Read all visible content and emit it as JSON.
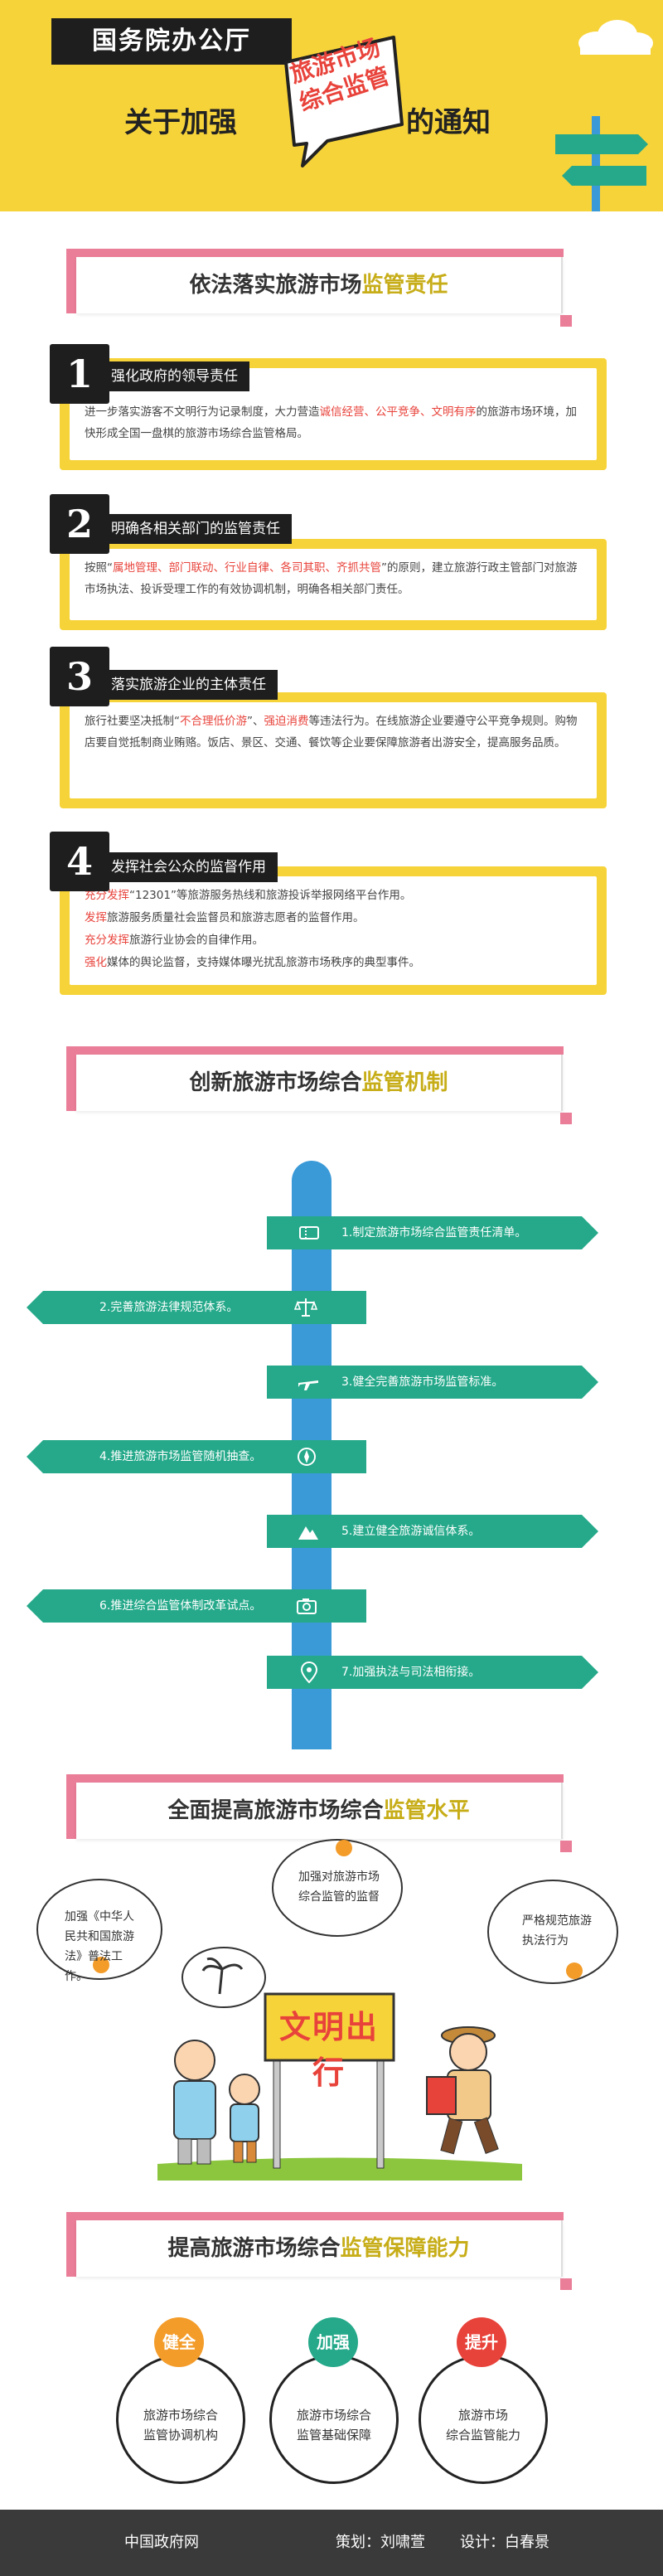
{
  "header": {
    "brand": "国务院办公厅",
    "headline_left": "关于加强",
    "bubble_line1": "旅游市场",
    "bubble_line2": "综合监管",
    "headline_right": "的通知"
  },
  "section1": {
    "title_pre": "依法落实旅游市场",
    "title_hl": "监管责任",
    "items": [
      {
        "num": "1",
        "heading": "强化政府的领导责任",
        "body_parts": [
          "进一步落实游客不文明行为记录制度，大力营造",
          "诚信经营、公平竞争、文明有序",
          "的旅游市场环境，加快形成全国一盘棋的旅游市场综合监管格局。"
        ]
      },
      {
        "num": "2",
        "heading": "明确各相关部门的监管责任",
        "body_parts": [
          "按照“",
          "属地管理、部门联动、行业自律、各司其职、齐抓共管",
          "”的原则，建立旅游行政主管部门对旅游市场执法、投诉受理工作的有效协调机制，明确各相关部门责任。"
        ]
      },
      {
        "num": "3",
        "heading": "落实旅游企业的主体责任",
        "body_parts": [
          "旅行社要坚决抵制“",
          "不合理低价游",
          "”、",
          "强迫消费",
          "等违法行为。在线旅游企业要遵守公平竞争规则。购物店要自觉抵制商业贿赂。饭店、景区、交通、餐饮等企业要保障旅游者出游安全，提高服务品质。"
        ]
      },
      {
        "num": "4",
        "heading": "发挥社会公众的监督作用",
        "lines": [
          {
            "red": "充分发挥",
            "text": "“12301”等旅游服务热线和旅游投诉举报网络平台作用。"
          },
          {
            "red": "发挥",
            "text": "旅游服务质量社会监督员和旅游志愿者的监督作用。"
          },
          {
            "red": "充分发挥",
            "text": "旅游行业协会的自律作用。"
          },
          {
            "red": "强化",
            "text": "媒体的舆论监督，支持媒体曝光扰乱旅游市场秩序的典型事件。"
          }
        ]
      }
    ]
  },
  "section2": {
    "title_pre": "创新旅游市场综合",
    "title_hl": "监管机制",
    "steps": [
      {
        "label": "1.制定旅游市场综合监管责任清单。",
        "icon": "ticket-icon",
        "side": "right"
      },
      {
        "label": "2.完善旅游法律规范体系。",
        "icon": "scales-icon",
        "side": "left"
      },
      {
        "label": "3.健全完善旅游市场监管标准。",
        "icon": "airplane-icon",
        "side": "right"
      },
      {
        "label": "4.推进旅游市场监管随机抽查。",
        "icon": "compass-icon",
        "side": "left"
      },
      {
        "label": "5.建立健全旅游诚信体系。",
        "icon": "mountain-icon",
        "side": "right"
      },
      {
        "label": "6.推进综合监管体制改革试点。",
        "icon": "camera-icon",
        "side": "left"
      },
      {
        "label": "7.加强执法与司法相衔接。",
        "icon": "map-pin-icon",
        "side": "right"
      }
    ]
  },
  "section3": {
    "title_pre": "全面提高旅游市场综合",
    "title_hl": "监管水平",
    "bubbles": [
      {
        "text": "加强《中华人民共和国旅游法》普法工作。"
      },
      {
        "text": "加强对旅游市场综合监管的监督"
      },
      {
        "text": "严格规范旅游执法行为"
      }
    ],
    "sign_text": "文明出行"
  },
  "section4": {
    "title_pre": "提高旅游市场综合",
    "title_hl": "监管保障能力",
    "circles": [
      {
        "badge": "健全",
        "text_line1": "旅游市场综合",
        "text_line2": "监管协调机构",
        "color": "#f39c2a"
      },
      {
        "badge": "加强",
        "text_line1": "旅游市场综合",
        "text_line2": "监管基础保障",
        "color": "#25a98a"
      },
      {
        "badge": "提升",
        "text_line1": "旅游市场",
        "text_line2": "综合监管能力",
        "color": "#e8433b"
      }
    ]
  },
  "footer": {
    "source": "中国政府网",
    "planner": "策划：刘啸萱",
    "designer": "设计：白春景"
  },
  "colors": {
    "yellow": "#f7d33a",
    "teal": "#25a98a",
    "blue": "#3a9ad8",
    "pink": "#ea7d97",
    "red": "#e8433b",
    "dark": "#1e1e1e"
  }
}
